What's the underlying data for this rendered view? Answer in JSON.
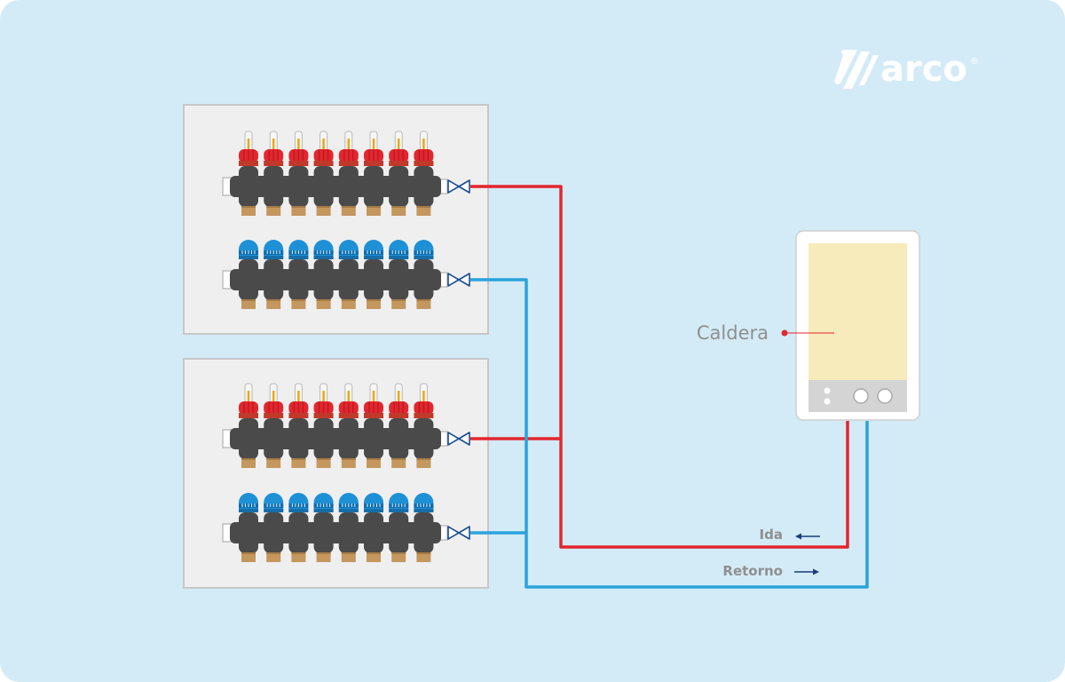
{
  "brand": {
    "name": "arco",
    "registered_mark": "®"
  },
  "boiler": {
    "label": "Caldera"
  },
  "legend": {
    "supply": {
      "label": "Ida",
      "color": "#e3262e",
      "arrow": "left-arrow"
    },
    "return": {
      "label": "Retorno",
      "color": "#29a3dc",
      "arrow": "right-arrow"
    }
  },
  "manifold_groups": [
    {
      "supply_outlets": 8,
      "return_outlets": 8
    },
    {
      "supply_outlets": 8,
      "return_outlets": 8
    }
  ],
  "colors": {
    "background": "#d3ebf7",
    "panel": "#efefef",
    "panel_border": "#c7c7c7",
    "manifold_body": "#4a4a4a",
    "fitting": "#c4975f",
    "valve": "#1a4d8f",
    "boiler_screen": "#f7ebbb",
    "boiler_controls": "#d4d4d4",
    "boiler_indicator": "#e3262e",
    "label_text": "#8f8f8f",
    "arrow": "#1a3d7a"
  }
}
